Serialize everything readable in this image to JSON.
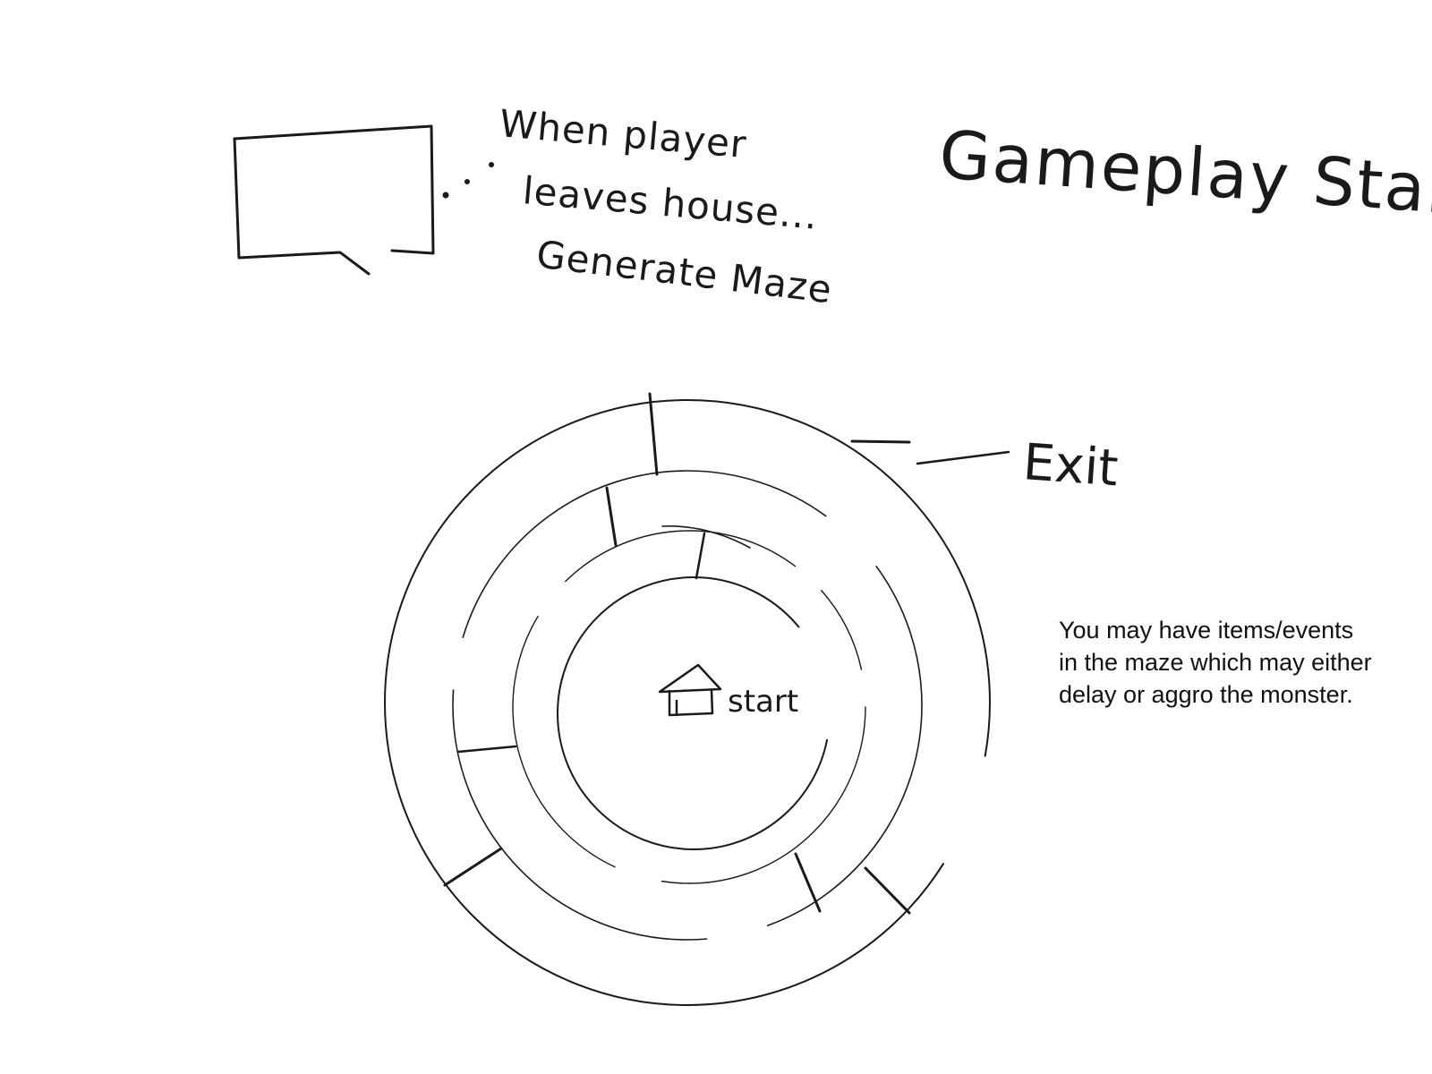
{
  "title": "Gameplay Start!",
  "dialogue": {
    "line1": "When player",
    "line2": "leaves house...",
    "line3": "Generate Maze"
  },
  "maze": {
    "exit_label": "Exit",
    "start_label": "start"
  },
  "note": {
    "line1": "You may have items/events",
    "line2": "in the maze which may either",
    "line3": "delay or aggro the monster."
  }
}
